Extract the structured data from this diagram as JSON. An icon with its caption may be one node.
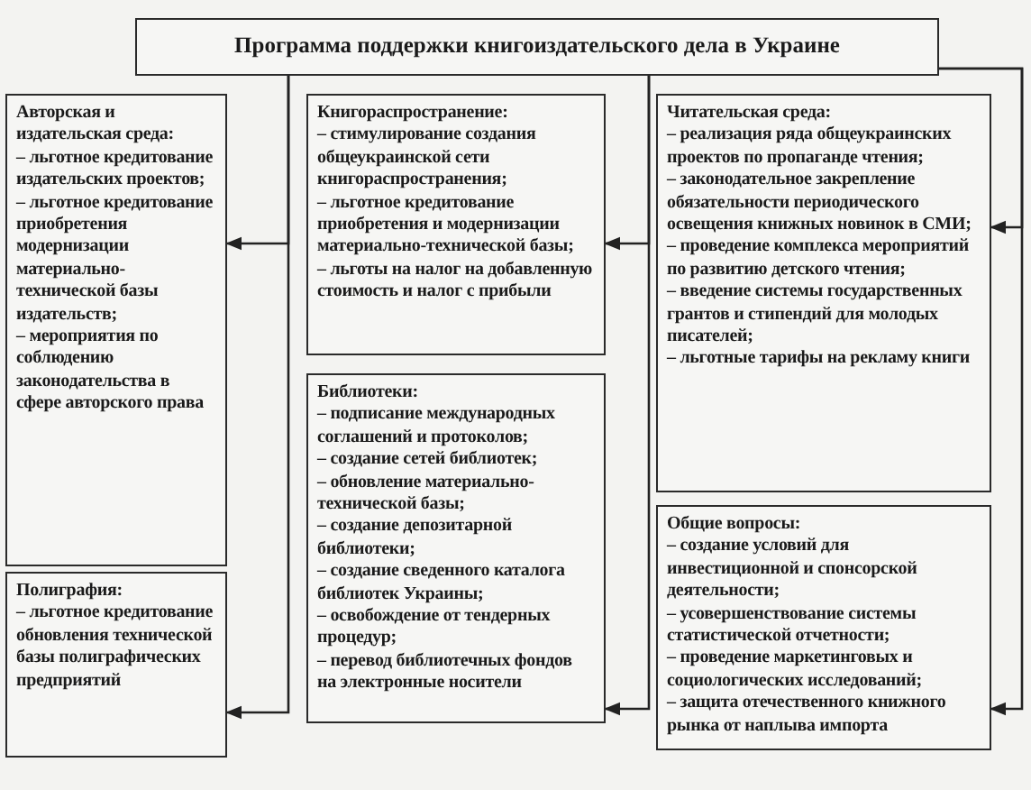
{
  "diagram": {
    "nodes": [
      {
        "text": [
          "Программа поддержки книгоиздательского дела в Украине"
        ]
      },
      {
        "text": [
          "Авторская и издательская среда:",
          "– льготное кредитование издательских проектов;",
          "– льготное кредитование приобретения модернизации материально-технической базы издательств;",
          "– мероприятия по соблюдению законодательства в сфере авторского права"
        ]
      },
      {
        "text": [
          "Полиграфия:",
          "– льготное кредитование обновления технической базы полиграфических предприятий"
        ]
      },
      {
        "text": [
          "Книгораспространение:",
          "– стимулирование создания общеукраинской сети книгораспространения;",
          "– льготное кредитование приобретения и модернизации материально-технической базы;",
          "– льготы на налог на добавленную стоимость и налог с прибыли"
        ]
      },
      {
        "text": [
          "Библиотеки:",
          "– подписание международных соглашений и протоколов;",
          "– создание сетей библиотек;",
          "– обновление материально-технической базы;",
          "– создание депозитарной библиотеки;",
          "– создание сведенного каталога библиотек Украины;",
          "– освобождение от тендерных процедур;",
          "– перевод библиотечных фондов на электронные носители"
        ]
      },
      {
        "text": [
          "Читательская среда:",
          "– реализация ряда общеукраинских проектов по пропаганде чтения;",
          "– законодательное закрепление обязательности периодического освещения книжных новинок в СМИ;",
          "– проведение комплекса мероприятий по развитию детского чтения;",
          "– введение системы государственных грантов и стипендий для молодых писателей;",
          "– льготные тарифы на рекламу книги"
        ]
      },
      {
        "text": [
          "Общие вопросы:",
          "– создание условий для инвестиционной и спонсорской деятельности;",
          "– усовершенствование системы статистической отчетности;",
          "– проведение маркетинговых и социологических исследований;",
          "– защита отечественного книжного рынка от наплыва импорта"
        ]
      }
    ],
    "edges": [
      {
        "from": 0,
        "to": 1,
        "arrow": "to"
      },
      {
        "from": 0,
        "to": 2,
        "arrow": "to"
      },
      {
        "from": 0,
        "to": 3,
        "arrow": "to"
      },
      {
        "from": 0,
        "to": 4,
        "arrow": "to"
      },
      {
        "from": 0,
        "to": 5,
        "arrow": "to"
      },
      {
        "from": 0,
        "to": 6,
        "arrow": "to"
      }
    ]
  }
}
